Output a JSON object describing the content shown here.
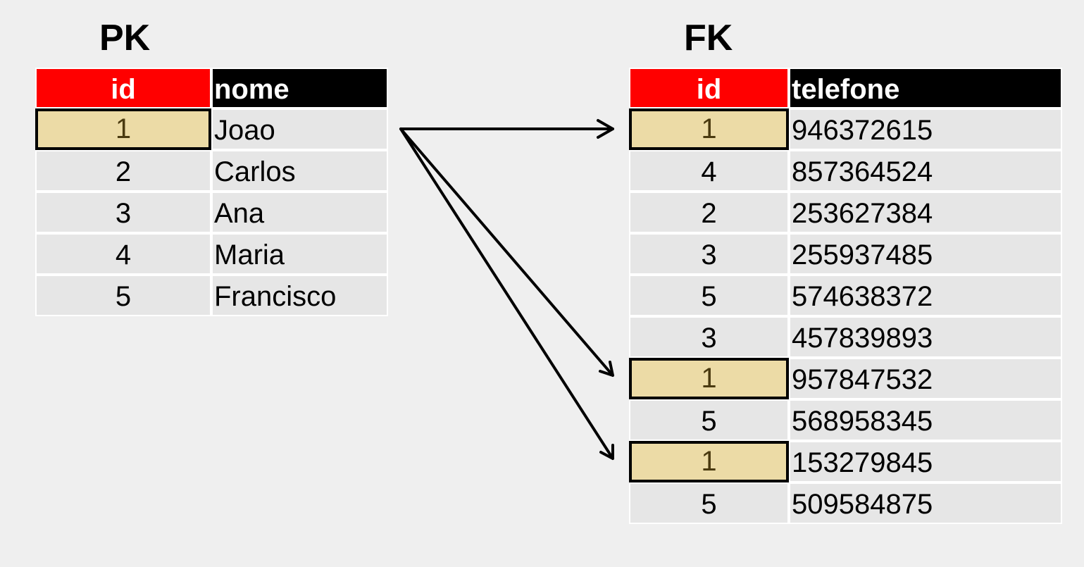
{
  "pk_label": "PK",
  "fk_label": "FK",
  "pk_table": {
    "headers": [
      "id",
      "nome"
    ],
    "rows": [
      {
        "id": "1",
        "value": "Joao",
        "highlighted": true
      },
      {
        "id": "2",
        "value": "Carlos",
        "highlighted": false
      },
      {
        "id": "3",
        "value": "Ana",
        "highlighted": false
      },
      {
        "id": "4",
        "value": "Maria",
        "highlighted": false
      },
      {
        "id": "5",
        "value": "Francisco",
        "highlighted": false
      }
    ]
  },
  "fk_table": {
    "headers": [
      "id",
      "telefone"
    ],
    "rows": [
      {
        "id": "1",
        "value": "946372615",
        "highlighted": true
      },
      {
        "id": "4",
        "value": "857364524",
        "highlighted": false
      },
      {
        "id": "2",
        "value": "253627384",
        "highlighted": false
      },
      {
        "id": "3",
        "value": "255937485",
        "highlighted": false
      },
      {
        "id": "5",
        "value": "574638372",
        "highlighted": false
      },
      {
        "id": "3",
        "value": "457839893",
        "highlighted": false
      },
      {
        "id": "1",
        "value": "957847532",
        "highlighted": true
      },
      {
        "id": "5",
        "value": "568958345",
        "highlighted": false
      },
      {
        "id": "1",
        "value": "153279845",
        "highlighted": true
      },
      {
        "id": "5",
        "value": "509584875",
        "highlighted": false
      }
    ]
  },
  "colors": {
    "id_header": "#ff0000",
    "value_header": "#000000",
    "highlight": "#ecdba6",
    "cell": "#e6e6e6"
  }
}
